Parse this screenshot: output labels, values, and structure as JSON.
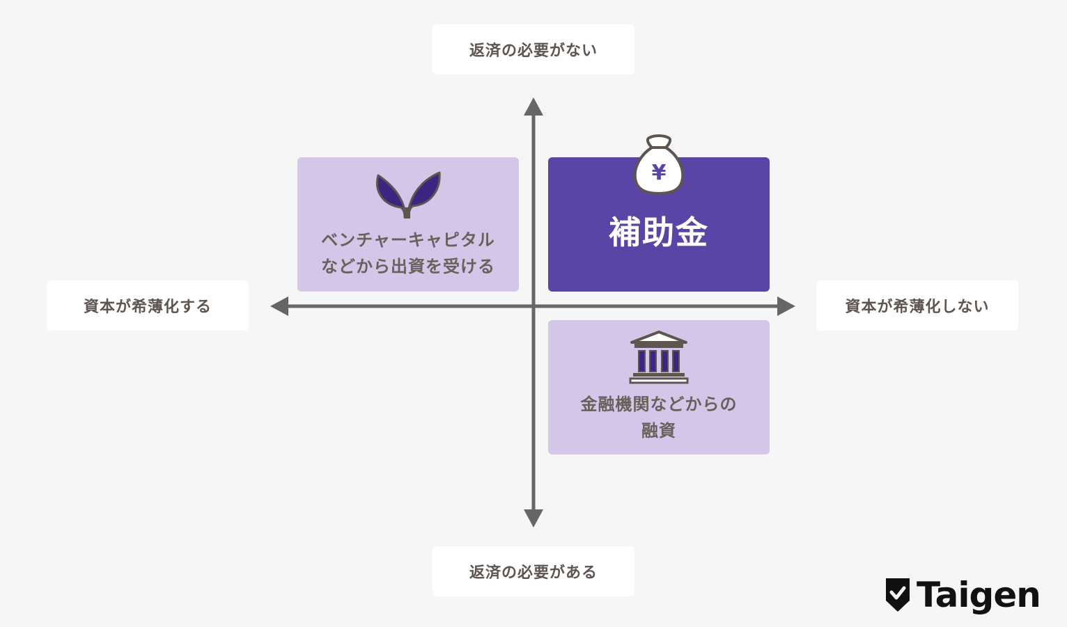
{
  "axis_labels": {
    "top": "返済の必要がない",
    "bottom": "返済の必要がある",
    "left": "資本が希薄化する",
    "right": "資本が希薄化しない"
  },
  "quadrants": {
    "venture_capital": {
      "line1": "ベンチャーキャピタル",
      "line2": "などから出資を受ける",
      "icon": "sprout-icon"
    },
    "subsidy": {
      "label": "補助金",
      "icon": "money-bag-yen-icon",
      "icon_symbol": "¥"
    },
    "bank_loan": {
      "line1": "金融機関などからの",
      "line2": "融資",
      "icon": "bank-building-icon"
    }
  },
  "brand": {
    "name": "Taigen"
  },
  "colors": {
    "background": "#f6f6f6",
    "highlight": "#5a44a6",
    "light_quadrant": "#d3c6e9",
    "axis": "#666666",
    "icon_dark": "#3a2580"
  }
}
